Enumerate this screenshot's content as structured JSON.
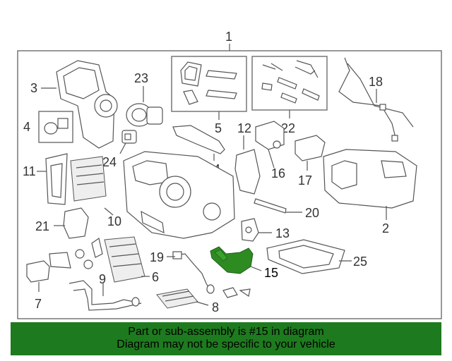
{
  "diagram": {
    "callouts": {
      "c1": "1",
      "c2": "2",
      "c3": "3",
      "c4": "4",
      "c5": "5",
      "c6": "6",
      "c7": "7",
      "c8": "8",
      "c9": "9",
      "c10": "10",
      "c11": "11",
      "c12": "12",
      "c13": "13",
      "c14": "14",
      "c15": "15",
      "c16": "16",
      "c17": "17",
      "c18": "18",
      "c19": "19",
      "c20": "20",
      "c21": "21",
      "c22": "22",
      "c23": "23",
      "c24": "24",
      "c25": "25"
    },
    "highlight_color": "#2e8b22"
  },
  "banner": {
    "line1": "Part or sub-assembly is #15 in diagram",
    "line2": "Diagram may not be specific to your vehicle",
    "background": "#1e7a1e"
  }
}
